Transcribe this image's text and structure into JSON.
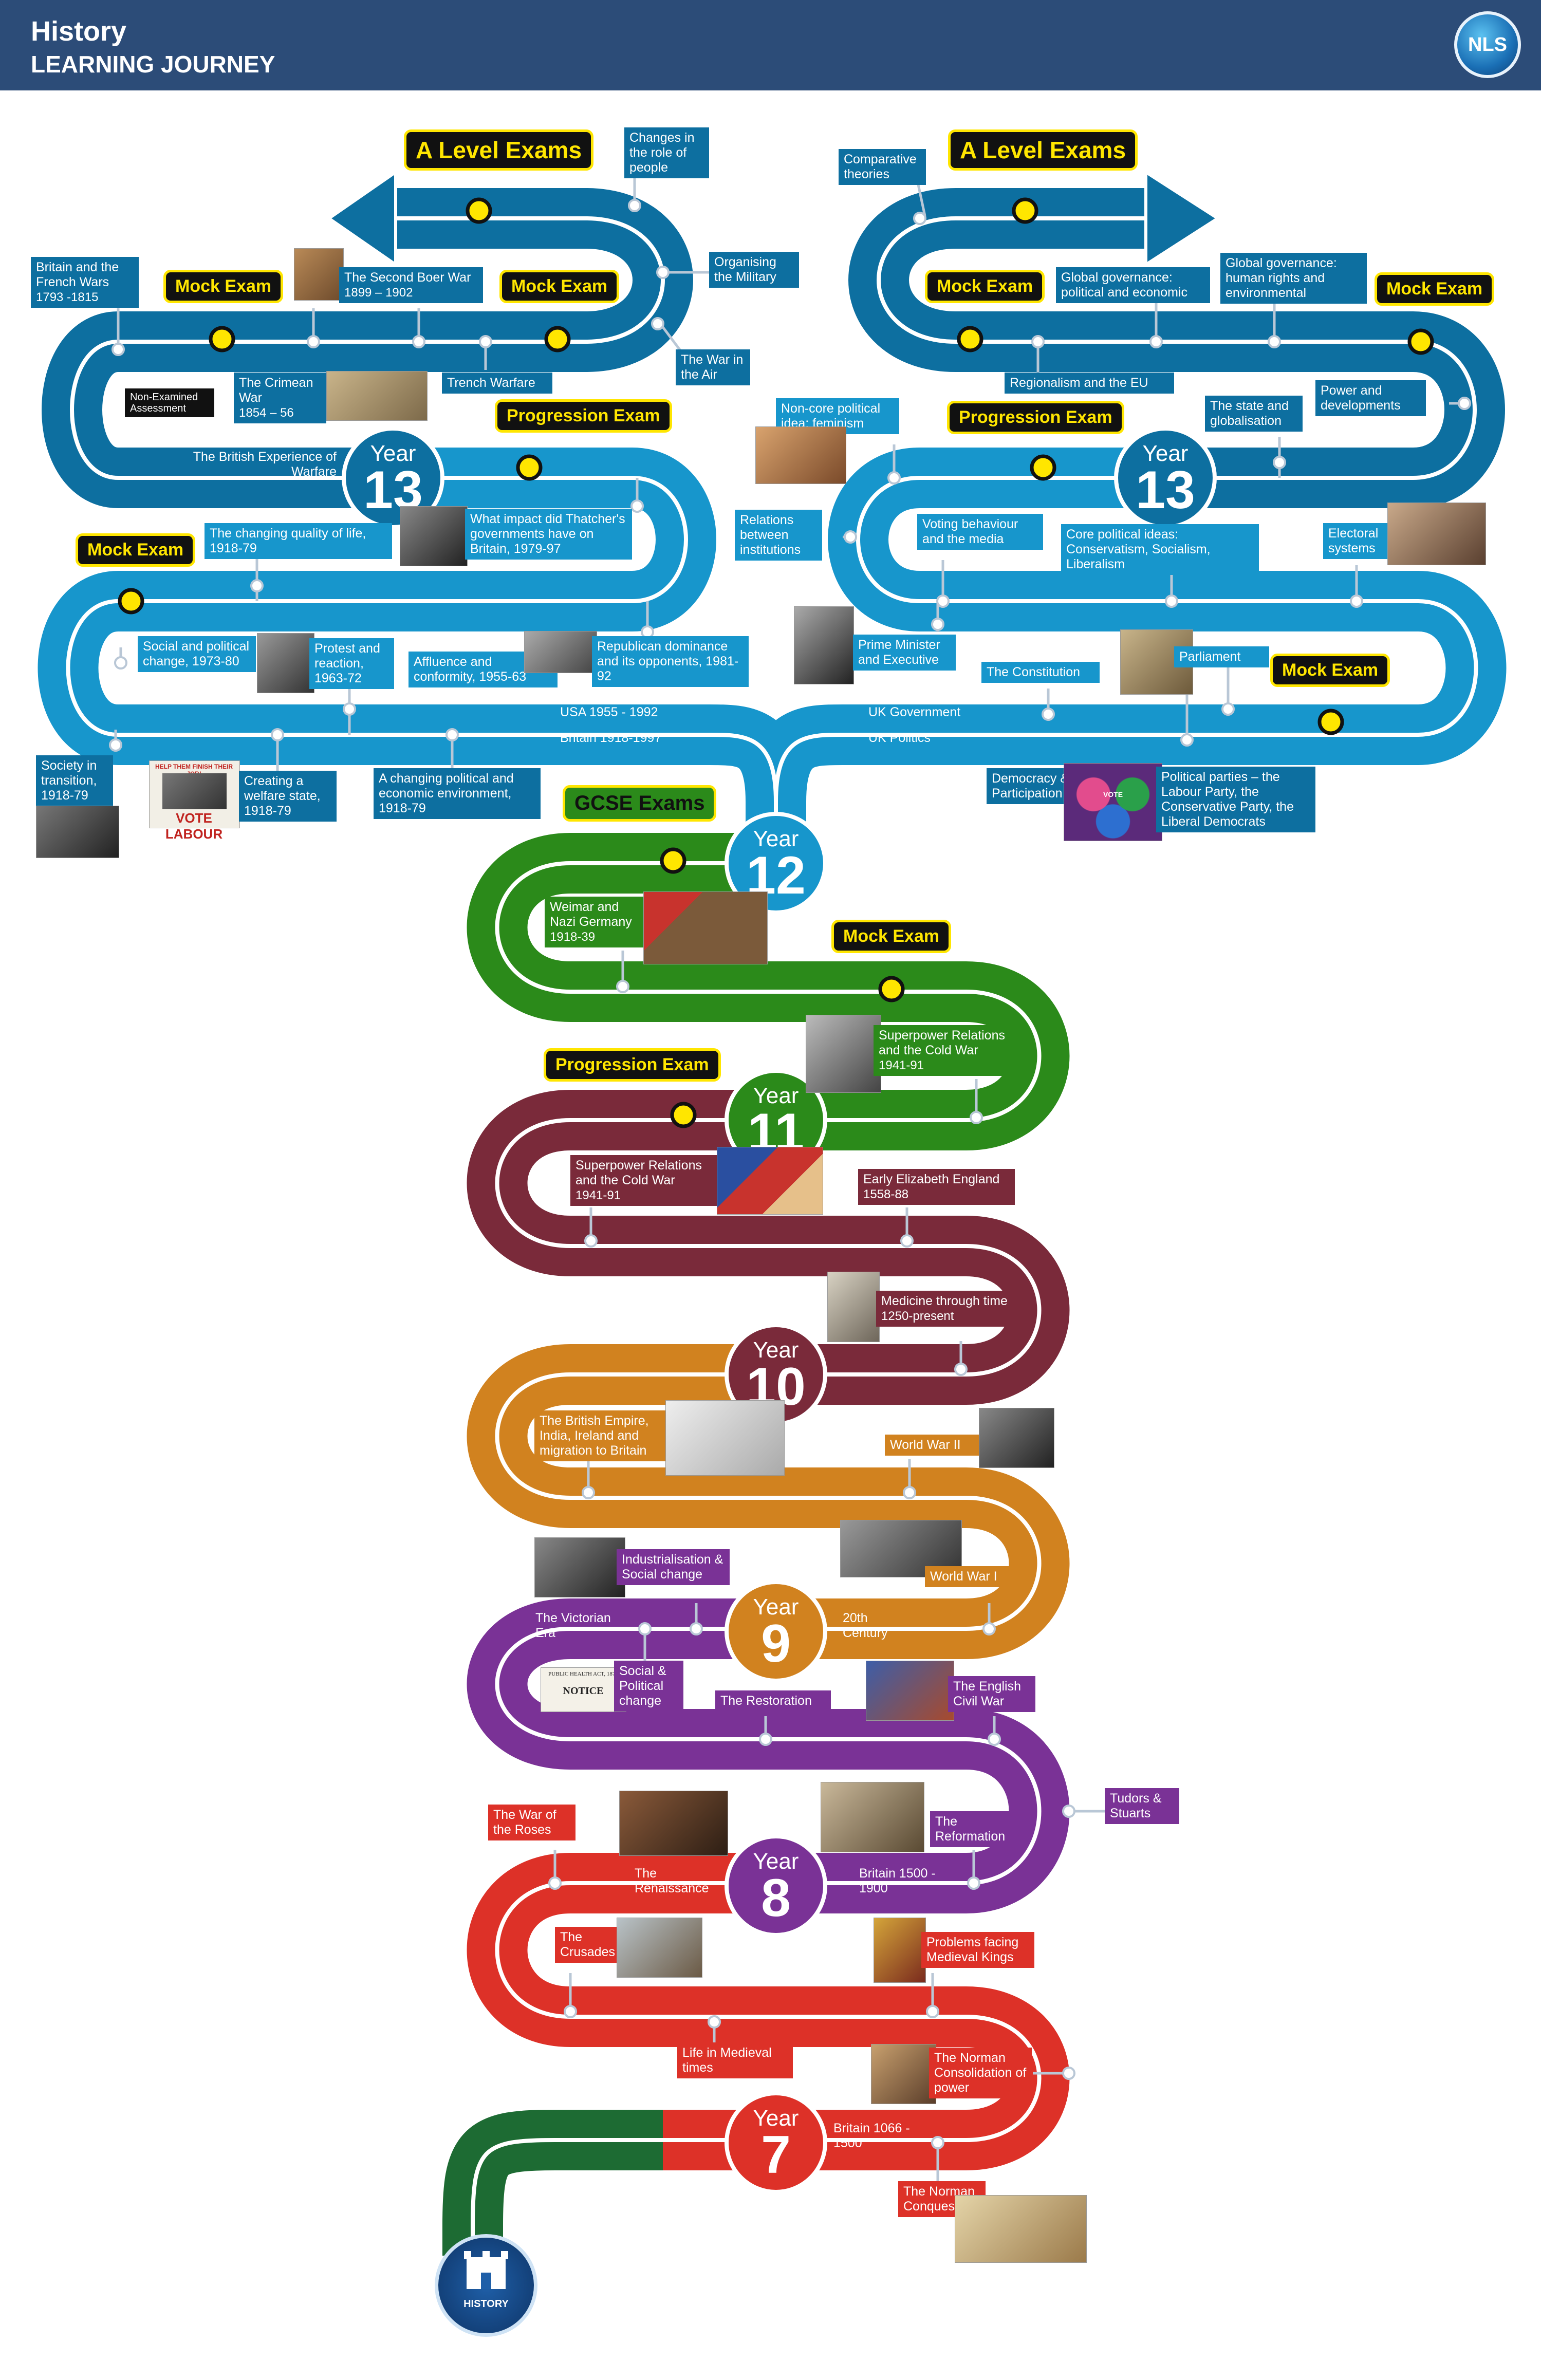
{
  "header": {
    "subject": "History",
    "subtitle": "LEARNING JOURNEY",
    "logo_text": "NLS"
  },
  "colors": {
    "header": "#2c4c78",
    "year13_dark": "#0d6fa0",
    "year13_light": "#1796cc",
    "year12": "#1796cc",
    "year11": "#2b8a1a",
    "year10": "#7a2a3a",
    "year9": "#d1821f",
    "year8": "#7a3296",
    "year7": "#dd3128",
    "start": "#1d6b33",
    "exam_bg": "#111111",
    "exam_border": "#ffe600"
  },
  "exams": {
    "alevel_left": "A Level Exams",
    "alevel_right": "A Level Exams",
    "mock_hist_1": "Mock Exam",
    "mock_hist_2": "Mock Exam",
    "prog_hist": "Progression Exam",
    "mock_hist_3": "Mock Exam",
    "mock_pol_1": "Mock Exam",
    "mock_pol_2": "Mock Exam",
    "prog_pol": "Progression Exam",
    "mock_pol_3": "Mock Exam",
    "gcse": "GCSE Exams",
    "mock_y11": "Mock Exam",
    "prog_y11": "Progression Exam"
  },
  "years": {
    "word": "Year",
    "y13a": "13",
    "y13b": "13",
    "y12": "12",
    "y11": "11",
    "y10": "10",
    "y9": "9",
    "y8": "8",
    "y7": "7"
  },
  "history_topics": {
    "roles": "Changes in the role of people",
    "military": "Organising the Military",
    "boer": "The Second Boer War",
    "boer_dates": "1899 – 1902",
    "french": "Britain and the French Wars",
    "french_dates": "1793 -1815",
    "air": "The War in the Air",
    "crimean": "The Crimean War",
    "crimean_dates": "1854 – 56",
    "trench": "Trench Warfare",
    "nea": "Non-Examined Assessment",
    "experience": "The British Experience of Warfare",
    "quality": "The changing quality of life, 1918-79",
    "thatcher": "What impact did Thatcher's governments have on Britain, 1979-97",
    "social": "Social and political change, 1973-80",
    "protest": "Protest and reaction, 1963-72",
    "affluence": "Affluence and conformity, 1955-63",
    "republican": "Republican dominance and its opponents, 1981-92",
    "usa": "USA 1955 - 1992",
    "britain": "Britain 1918-1997",
    "society": "Society in transition, 1918-79",
    "welfare": "Creating a welfare state, 1918-79",
    "economic": "A changing political and economic environment, 1918-79"
  },
  "politics_topics": {
    "comparative": "Comparative theories",
    "gg_pe": "Global governance: political and economic",
    "gg_hr": "Global governance: human rights and environmental",
    "regionalism": "Regionalism and the EU",
    "power": "Power and developments",
    "state": "The state and globalisation",
    "feminism": "Non-core political idea: feminism",
    "relations": "Relations between institutions",
    "voting": "Voting behaviour and the media",
    "core": "Core political ideas: Conservatism, Socialism, Liberalism",
    "electoral": "Electoral systems",
    "pm": "Prime Minister and Executive",
    "constitution": "The Constitution",
    "parliament": "Parliament",
    "ukgov": "UK Government",
    "ukpol": "UK Politics",
    "democracy": "Democracy & Participation",
    "parties": "Political parties – the Labour Party, the Conservative Party, the Liberal Democrats"
  },
  "gcse_topics": {
    "weimar": "Weimar and Nazi Germany",
    "weimar_dates": "1918-39",
    "superpower_a": "Superpower Relations and the Cold War",
    "superpower_a_dates": "1941-91",
    "superpower_b": "Superpower Relations and the Cold War",
    "superpower_b_dates": "1941-91",
    "elizabeth": "Early Elizabeth England",
    "elizabeth_dates": "1558-88",
    "medicine": "Medicine through time",
    "medicine_dates": "1250-present"
  },
  "ks3_topics": {
    "empire": "The British Empire, India, Ireland and migration to Britain",
    "ww2": "World War II",
    "industrial": "Industrialisation & Social change",
    "ww1": "World War I",
    "victorian": "The Victorian Era",
    "century20": "20th Century",
    "social_pol": "Social & Political change",
    "restoration": "The Restoration",
    "civilwar": "The English Civil War",
    "tudors": "Tudors & Stuarts",
    "roses": "The War of the Roses",
    "renaissance": "The Renaissance",
    "reformation": "The Reformation",
    "britain1500": "Britain 1500 - 1900",
    "crusades": "The Crusades",
    "kings": "Problems facing Medieval Kings",
    "medieval": "Life in Medieval times",
    "consolidation": "The Norman Consolidation of power",
    "britain1066": "Britain 1066 - 1500",
    "conquest": "The Norman Conquest"
  },
  "photo_text": {
    "poster_top": "HELP THEM FINISH THEIR JOB!",
    "poster_main": "VOTE LABOUR",
    "notice_top": "PUBLIC HEALTH ACT, 1875",
    "notice_main": "NOTICE",
    "badge": "VOTE"
  },
  "crest": {
    "label": "HISTORY"
  }
}
